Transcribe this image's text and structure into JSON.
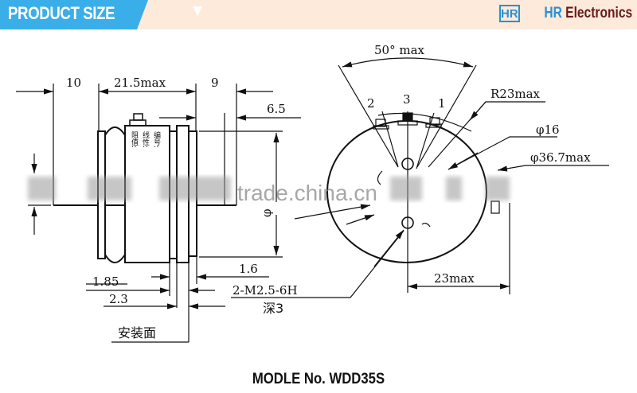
{
  "header": {
    "title": "PRODUCT SIZE",
    "arrow_icon": "triangle-down",
    "logo_mark": "HR",
    "logo_prefix": "HR",
    "logo_name": "Electronics",
    "colors": {
      "banner_blue": "#3aaee8",
      "banner_bg": "#fdeadb",
      "logo_blue": "#2b8fd0",
      "logo_text": "#6b1a1a"
    }
  },
  "side_view": {
    "dims": {
      "d10": "10",
      "d21_5": "21.5max",
      "d9": "9",
      "d6_5": "6.5",
      "d1_6": "1.6",
      "d1_85": "1.85",
      "d2_3": "2.3",
      "phi": "φ"
    },
    "body_labels": [
      "阻值:",
      "线性:",
      "编号:"
    ],
    "mounting_face": "安装面"
  },
  "front_view": {
    "angle": "50° max",
    "terminals": [
      "2",
      "3",
      "1"
    ],
    "radius": "R23max",
    "phi16": "φ16",
    "phi36_7": "φ36.7max",
    "d23": "23max",
    "thread": "2-M2.5-6H",
    "depth": "深3"
  },
  "watermark": "trade.china.cn",
  "model": "MODLE No.  WDD35S"
}
